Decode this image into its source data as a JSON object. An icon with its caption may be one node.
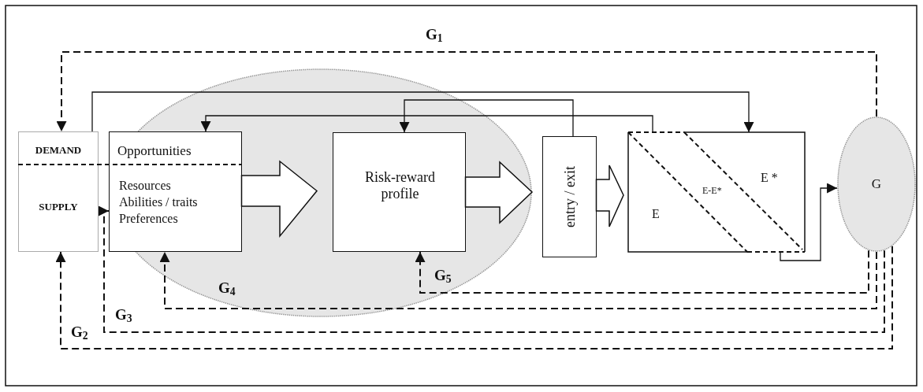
{
  "diagram": {
    "nodes": [
      {
        "text": [
          "DEMAND",
          "SUPPLY"
        ]
      },
      {
        "text": [
          "Opportunities",
          "Resources",
          "Abilities / traits",
          "Preferences"
        ]
      },
      {
        "text": [
          "Risk-reward profile"
        ]
      },
      {
        "text": [
          "entry / exit"
        ]
      },
      {
        "text": [
          "E",
          "E-E*",
          "E *"
        ]
      },
      {
        "text": [
          "G"
        ]
      }
    ],
    "edges": [
      {
        "from": 5,
        "to": 0,
        "arrow": "to",
        "style": "dashed",
        "label": "G$_{1}$"
      },
      {
        "from": 0,
        "to": 4,
        "arrow": "to"
      },
      {
        "from": 3,
        "to": 2,
        "arrow": "to"
      },
      {
        "from": 4,
        "to": 1,
        "arrow": "to"
      },
      {
        "from": 4,
        "to": 5,
        "arrow": "to"
      },
      {
        "from": 5,
        "to": 0,
        "arrow": "to",
        "style": "dashed",
        "label": "G$_{2}$"
      },
      {
        "from": 5,
        "to": 1,
        "arrow": "to",
        "style": "dashed",
        "label": "G$_{3}$"
      },
      {
        "from": 5,
        "to": 1,
        "arrow": "to",
        "style": "dashed",
        "label": "G$_{4}$"
      },
      {
        "from": 5,
        "to": 2,
        "arrow": "to",
        "style": "dashed",
        "label": "G$_{5}$"
      },
      {
        "from": 1,
        "to": 2,
        "arrow": "to"
      },
      {
        "from": 2,
        "to": 3,
        "arrow": "to"
      },
      {
        "from": 3,
        "to": 4,
        "arrow": "to"
      }
    ]
  }
}
